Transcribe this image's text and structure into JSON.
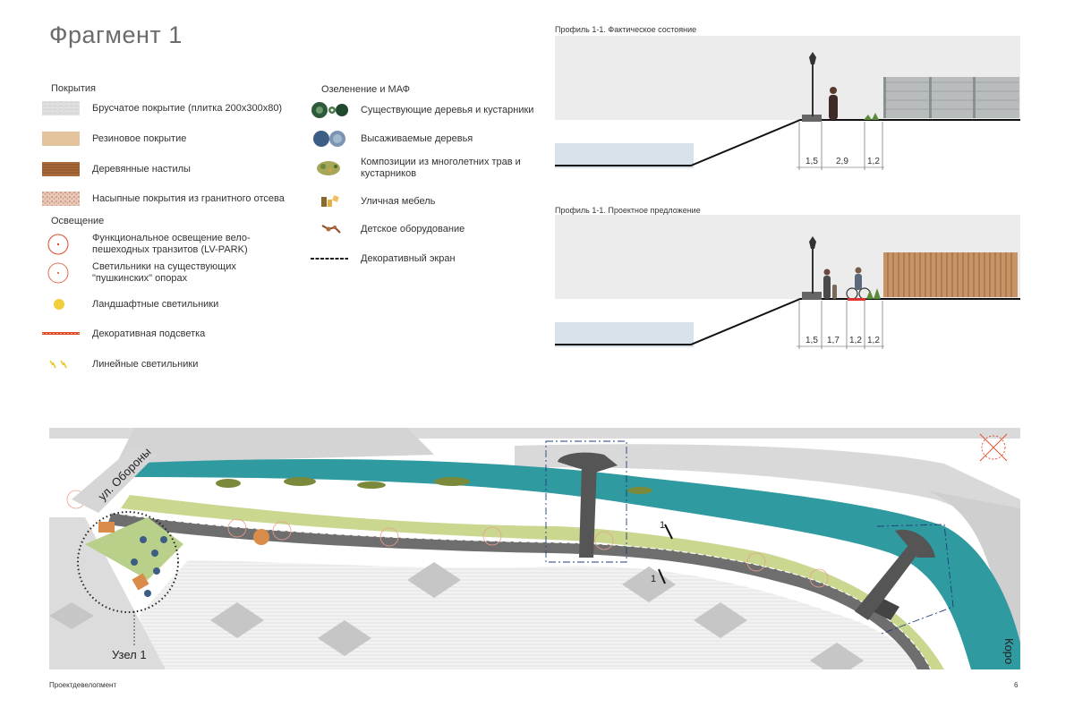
{
  "title": "Фрагмент 1",
  "legend": {
    "coverings_heading": "Покрытия",
    "coverings": [
      {
        "label": "Брусчатое покрытие (плитка 200х300х80)",
        "icon": "paving-swatch-icon"
      },
      {
        "label": "Резиновое покрытие",
        "icon": "rubber-swatch-icon"
      },
      {
        "label": "Деревянные настилы",
        "icon": "wood-deck-swatch-icon"
      },
      {
        "label": "Насыпные покрытия из гранитного отсева",
        "icon": "granite-swatch-icon"
      }
    ],
    "lighting_heading": "Освещение",
    "lighting": [
      {
        "label": "Функциональное освещение вело-\nпешеходных транзитов (LV-PARK)",
        "icon": "functional-light-icon"
      },
      {
        "label": "Светильники на существующих\n\"пушкинских\" опорах",
        "icon": "pushkin-light-icon"
      },
      {
        "label": "Ландшафтные светильники",
        "icon": "landscape-light-icon"
      },
      {
        "label": "Декоративная подсветка",
        "icon": "decorative-lighting-icon"
      },
      {
        "label": "Линейные светильники",
        "icon": "linear-light-icon"
      }
    ],
    "greenery_heading": "Озеленение и МАФ",
    "greenery": [
      {
        "label": "Существующие деревья и кустарники",
        "icon": "existing-trees-icon"
      },
      {
        "label": "Высаживаемые деревья",
        "icon": "new-trees-icon"
      },
      {
        "label": "Композиции из многолетних трав и\nкустарников",
        "icon": "perennials-icon"
      },
      {
        "label": "Уличная мебель",
        "icon": "street-furniture-icon"
      },
      {
        "label": "Детское оборудование",
        "icon": "playground-icon"
      },
      {
        "label": "Декоративный экран",
        "icon": "decorative-screen-icon"
      }
    ]
  },
  "profiles": [
    {
      "title": "Профиль 1-1. Фактическое состояние",
      "dims": [
        "1,5",
        "2,9",
        "1,2"
      ]
    },
    {
      "title": "Профиль 1-1. Проектное предложение",
      "dims": [
        "1,5",
        "1,7",
        "1,2",
        "1,2"
      ]
    }
  ],
  "map": {
    "street_label": "ул. Обороны",
    "node_label": "Узел 1",
    "right_street_label": "Коро",
    "section_mark_top": "1",
    "section_mark_bottom": "1"
  },
  "footer": {
    "left": "Проектдевелопмент",
    "page": "6"
  },
  "colors": {
    "water": "#2f9aa0",
    "path": "#6e6e6e",
    "lawn": "#c9d78f",
    "accent_red": "#e04a26"
  }
}
